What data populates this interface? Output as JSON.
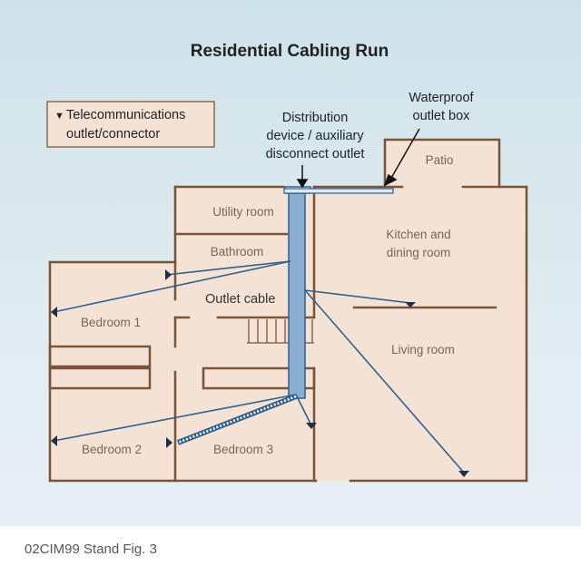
{
  "title": "Residential Cabling Run",
  "legend": {
    "symbol": "▼",
    "line1": "Telecommunications",
    "line2": "outlet/connector"
  },
  "callouts": {
    "distribution": [
      "Distribution",
      "device / auxiliary",
      "disconnect outlet"
    ],
    "waterproof": [
      "Waterproof",
      "outlet box"
    ],
    "outlet_cable": "Outlet cable"
  },
  "rooms": {
    "patio": "Patio",
    "utility_room": "Utility room",
    "bathroom": "Bathroom",
    "kitchen": [
      "Kitchen and",
      "dining room"
    ],
    "bedroom1": "Bedroom 1",
    "living_room": "Living room",
    "bedroom2": "Bedroom 2",
    "bedroom3": "Bedroom 3"
  },
  "caption": "02CIM99 Stand Fig. 3",
  "colors": {
    "wall": "#7a5436",
    "floor": "#f4e3d5",
    "cable": "#2f5f8f",
    "riser": "#8aaed0",
    "background": "#d6e6ed"
  }
}
